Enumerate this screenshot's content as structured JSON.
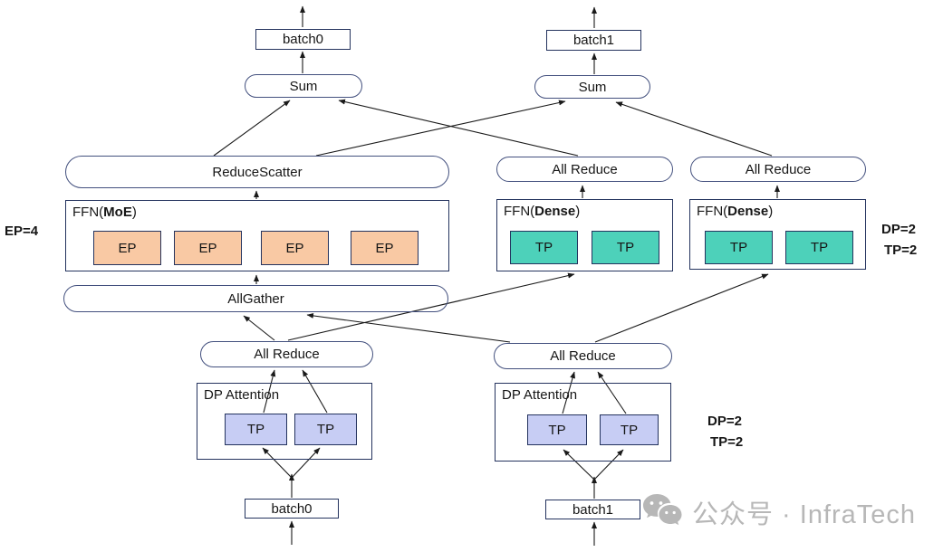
{
  "colors": {
    "border-dark": "#24335e",
    "border-pill": "#43507e",
    "line": "#1a1a1a",
    "ep-fill": "#f9c9a4",
    "tp-dense-fill": "#4dd1ba",
    "tp-attn-fill": "#c7cdf4",
    "watermark": "#b7b7b7",
    "text": "#161616"
  },
  "nodes": {
    "batch0_top": "batch0",
    "batch1_top": "batch1",
    "sum_left": "Sum",
    "sum_right": "Sum",
    "reduce_scatter": "ReduceScatter",
    "all_reduce_dense_left": "All Reduce",
    "all_reduce_dense_right": "All Reduce",
    "all_gather": "AllGather",
    "all_reduce_attn_left": "All Reduce",
    "all_reduce_attn_right": "All Reduce",
    "dp_attention_left": "DP Attention",
    "dp_attention_right": "DP Attention",
    "batch0_bottom": "batch0",
    "batch1_bottom": "batch1"
  },
  "ffn_moe": {
    "pre": "FFN(",
    "bold": "MoE",
    "post": ")",
    "units": [
      "EP",
      "EP",
      "EP",
      "EP"
    ]
  },
  "ffn_dense_left": {
    "pre": "FFN(",
    "bold": "Dense",
    "post": ")",
    "units": [
      "TP",
      "TP"
    ]
  },
  "ffn_dense_right": {
    "pre": "FFN(",
    "bold": "Dense",
    "post": ")",
    "units": [
      "TP",
      "TP"
    ]
  },
  "attention_left_units": [
    "TP",
    "TP"
  ],
  "attention_right_units": [
    "TP",
    "TP"
  ],
  "annotations": {
    "ep_degree": "EP=4",
    "dp_degree_ffn": "DP=2",
    "tp_degree_ffn": "TP=2",
    "dp_degree_attn": "DP=2",
    "tp_degree_attn": "TP=2"
  },
  "watermark": {
    "text": "公众号 · InfraTech"
  }
}
